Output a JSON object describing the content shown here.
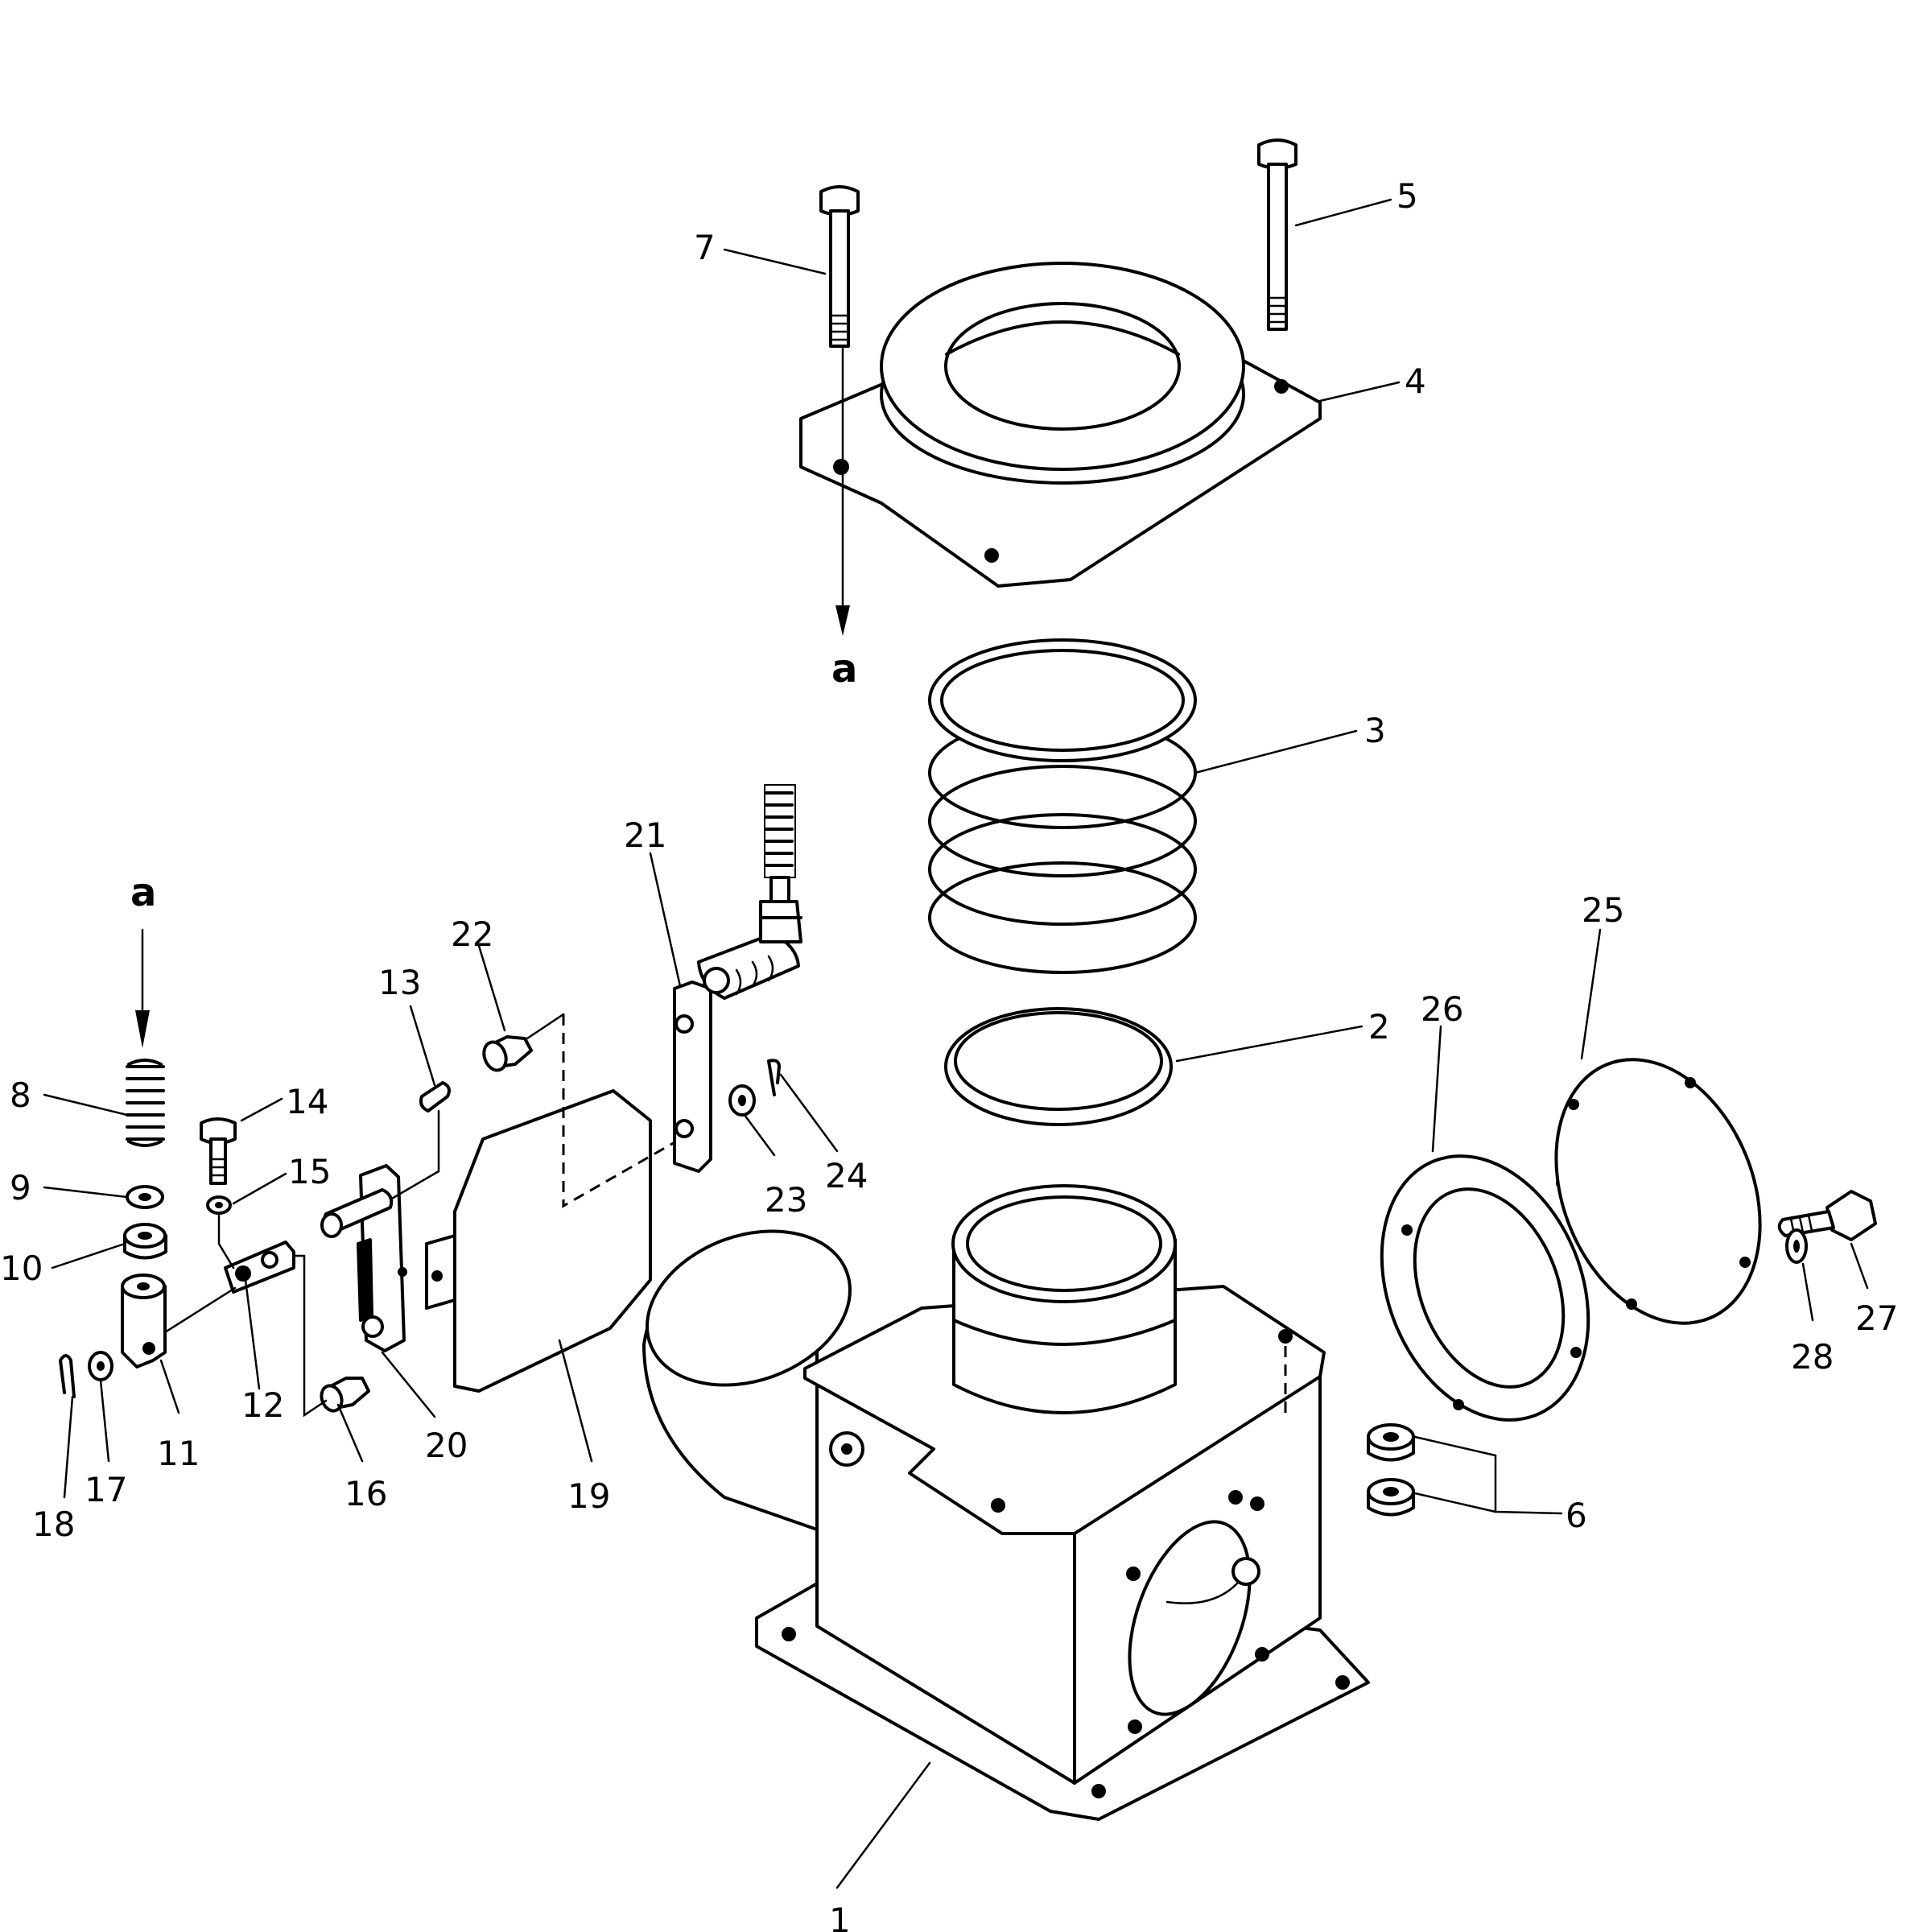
{
  "callouts": {
    "c1": "1",
    "c2": "2",
    "c3": "3",
    "c4": "4",
    "c5": "5",
    "c6": "6",
    "c7": "7",
    "c8": "8",
    "c9": "9",
    "c10": "10",
    "c11": "11",
    "c12": "12",
    "c13": "13",
    "c14": "14",
    "c15": "15",
    "c16": "16",
    "c17": "17",
    "c18": "18",
    "c19": "19",
    "c20": "20",
    "c21": "21",
    "c22": "22",
    "c23": "23",
    "c24": "24",
    "c25": "25",
    "c26": "26",
    "c27": "27",
    "c28": "28"
  },
  "arrows": {
    "top": "a",
    "left": "a"
  },
  "colors": {
    "ink": "#000000",
    "paper": "#ffffff"
  }
}
